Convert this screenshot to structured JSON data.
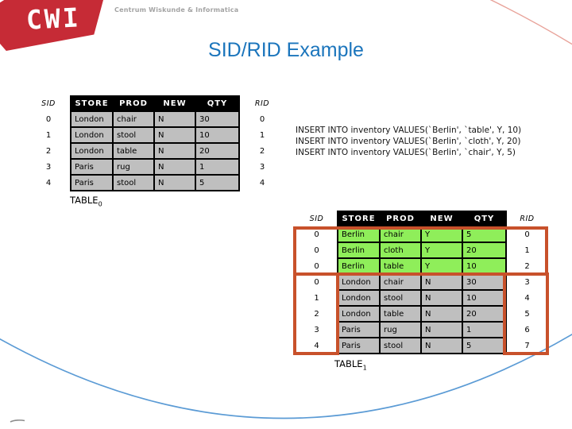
{
  "brand": {
    "logo_text": "CWI",
    "org_name": "Centrum Wiskunde & Informatica",
    "logo_color": "#C62B36"
  },
  "title": "SID/RID Example",
  "title_color": "#1B75BC",
  "sql": {
    "lines": [
      "INSERT INTO inventory VALUES(`Berlin', `table', Y, 10)",
      "INSERT INTO inventory VALUES(`Berlin', `cloth', Y, 20)",
      "INSERT INTO inventory VALUES(`Berlin', `chair', Y, 5)"
    ]
  },
  "table0": {
    "caption": "TABLE",
    "caption_sub": "0",
    "sid_header": "SID",
    "rid_header": "RID",
    "columns": [
      "STORE",
      "PROD",
      "NEW",
      "QTY"
    ],
    "rows": [
      {
        "sid": "0",
        "store": "London",
        "prod": "chair",
        "new": "N",
        "qty": "30",
        "rid": "0",
        "highlight": false
      },
      {
        "sid": "1",
        "store": "London",
        "prod": "stool",
        "new": "N",
        "qty": "10",
        "rid": "1",
        "highlight": false
      },
      {
        "sid": "2",
        "store": "London",
        "prod": "table",
        "new": "N",
        "qty": "20",
        "rid": "2",
        "highlight": false
      },
      {
        "sid": "3",
        "store": "Paris",
        "prod": "rug",
        "new": "N",
        "qty": "1",
        "rid": "3",
        "highlight": false
      },
      {
        "sid": "4",
        "store": "Paris",
        "prod": "stool",
        "new": "N",
        "qty": "5",
        "rid": "4",
        "highlight": false
      }
    ]
  },
  "table1": {
    "caption": "TABLE",
    "caption_sub": "1",
    "sid_header": "SID",
    "rid_header": "RID",
    "columns": [
      "STORE",
      "PROD",
      "NEW",
      "QTY"
    ],
    "rows": [
      {
        "sid": "0",
        "store": "Berlin",
        "prod": "chair",
        "new": "Y",
        "qty": "5",
        "rid": "0",
        "highlight": true
      },
      {
        "sid": "0",
        "store": "Berlin",
        "prod": "cloth",
        "new": "Y",
        "qty": "20",
        "rid": "1",
        "highlight": true
      },
      {
        "sid": "0",
        "store": "Berlin",
        "prod": "table",
        "new": "Y",
        "qty": "10",
        "rid": "2",
        "highlight": true
      },
      {
        "sid": "0",
        "store": "London",
        "prod": "chair",
        "new": "N",
        "qty": "30",
        "rid": "3",
        "highlight": false
      },
      {
        "sid": "1",
        "store": "London",
        "prod": "stool",
        "new": "N",
        "qty": "10",
        "rid": "4",
        "highlight": false
      },
      {
        "sid": "2",
        "store": "London",
        "prod": "table",
        "new": "N",
        "qty": "20",
        "rid": "5",
        "highlight": false
      },
      {
        "sid": "3",
        "store": "Paris",
        "prod": "rug",
        "new": "N",
        "qty": "1",
        "rid": "6",
        "highlight": false
      },
      {
        "sid": "4",
        "store": "Paris",
        "prod": "stool",
        "new": "N",
        "qty": "5",
        "rid": "7",
        "highlight": false
      }
    ]
  },
  "colors": {
    "highlight_green": "#8FEE5A",
    "cell_gray": "#BFBFBF",
    "annotation_orange": "#C8512B",
    "arc_blue": "#5B9BD5",
    "arc_salmon": "#E8A299"
  }
}
